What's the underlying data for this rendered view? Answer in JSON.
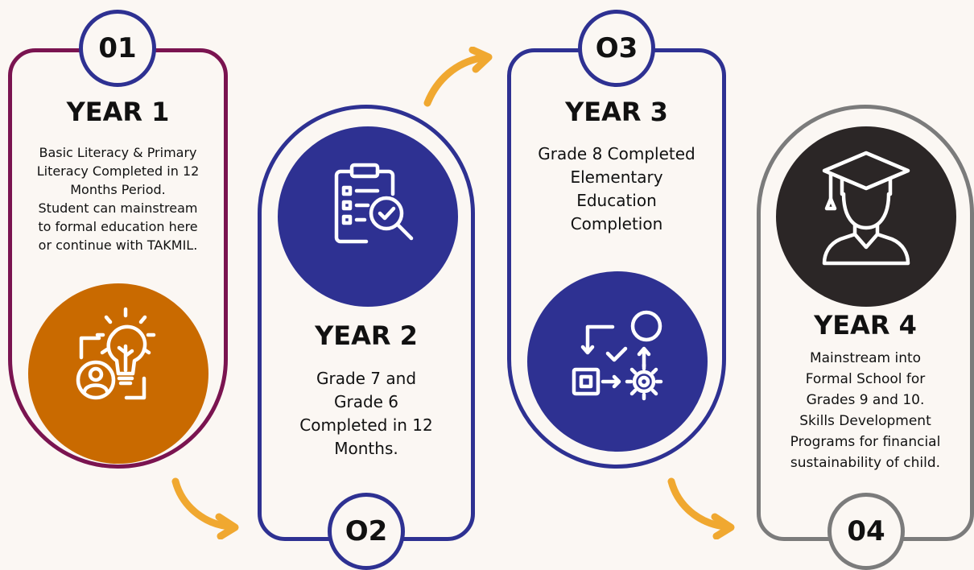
{
  "steps": [
    {
      "number": "01",
      "title": "YEAR 1",
      "lines": [
        "Basic Literacy & Primary",
        "Literacy Completed in 12",
        "Months Period.",
        "Student can mainstream",
        "to formal education here",
        "or continue with TAKMIL."
      ],
      "icon": "lightbulb-person-icon",
      "color": "#7a1450"
    },
    {
      "number": "O2",
      "title": "YEAR 2",
      "lines": [
        "Grade 7 and",
        "Grade 6",
        "Completed in 12",
        "Months."
      ],
      "icon": "clipboard-search-icon",
      "color": "#2e3192"
    },
    {
      "number": "O3",
      "title": "YEAR 3",
      "lines": [
        "Grade 8 Completed",
        "Elementary",
        "Education",
        "Completion"
      ],
      "icon": "workflow-gear-icon",
      "color": "#2e3192"
    },
    {
      "number": "04",
      "title": "YEAR 4",
      "lines": [
        "Mainstream into",
        "Formal School for",
        "Grades 9 and 10.",
        "Skills Development",
        "Programs for financial",
        "sustainability of child."
      ],
      "icon": "graduate-icon",
      "color": "#7b7b7b"
    }
  ],
  "colors": {
    "arrow": "#f0a830",
    "icon_circle_1": "#c96a00",
    "icon_circle_2": "#2e3192",
    "icon_circle_3": "#2e3192",
    "icon_circle_4": "#2b2626",
    "background": "#fbf7f3"
  }
}
